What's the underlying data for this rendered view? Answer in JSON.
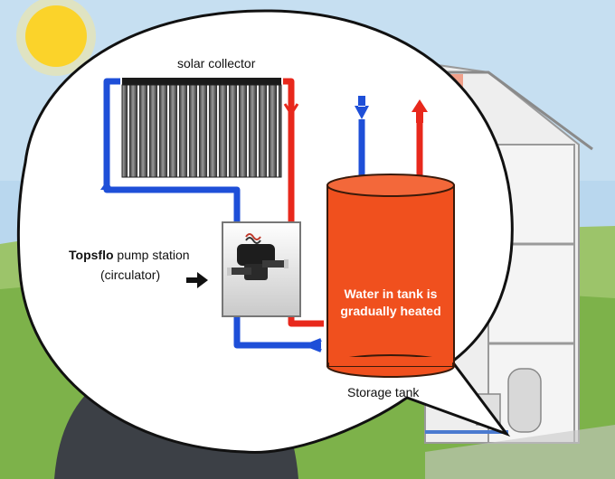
{
  "labels": {
    "collector": "solar collector",
    "pump_brand": "Topsflo",
    "pump_station": " pump station",
    "pump_sub": "(circulator)",
    "tank_line1": "Water in tank is",
    "tank_line2": "gradually heated",
    "tank_caption": "Storage tank"
  },
  "colors": {
    "hot_pipe": "#e8281c",
    "cold_pipe": "#1e4fd8",
    "tank": "#f0501e",
    "sky": "#b9d7ee",
    "grass": "#7db24a",
    "sun": "#fbd32a"
  },
  "icons": [
    "sun-icon",
    "arrow-right-icon",
    "pump-icon",
    "flow-arrow-icon"
  ]
}
